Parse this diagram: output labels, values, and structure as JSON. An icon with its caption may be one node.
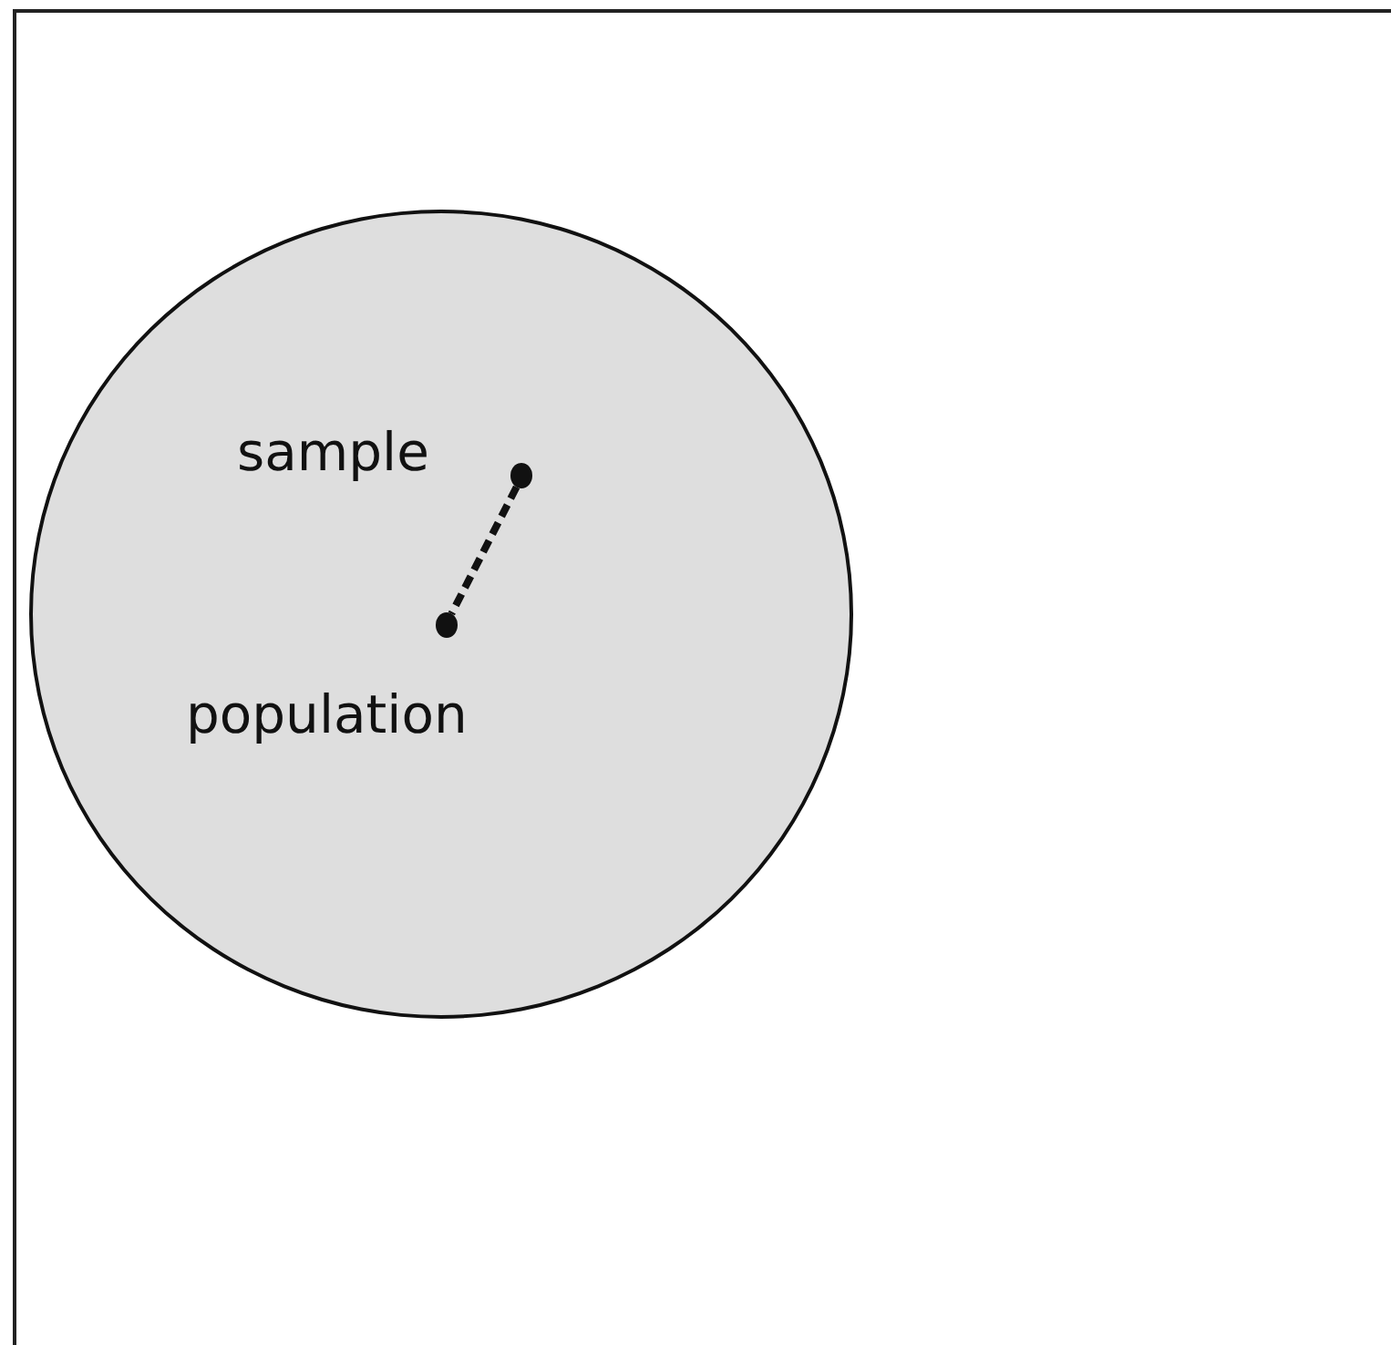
{
  "diagram": {
    "nodes": [
      {
        "text": [],
        "shape": "circle"
      },
      {
        "text": [],
        "shape": "circle",
        "in": 0,
        "beside": [
          "sample"
        ]
      },
      {
        "text": [],
        "shape": "circle",
        "in": 0,
        "beside": [
          "population"
        ]
      }
    ],
    "edges": [
      {
        "from": 1,
        "to": 2,
        "arrow": "none",
        "style": "dashed"
      }
    ]
  }
}
